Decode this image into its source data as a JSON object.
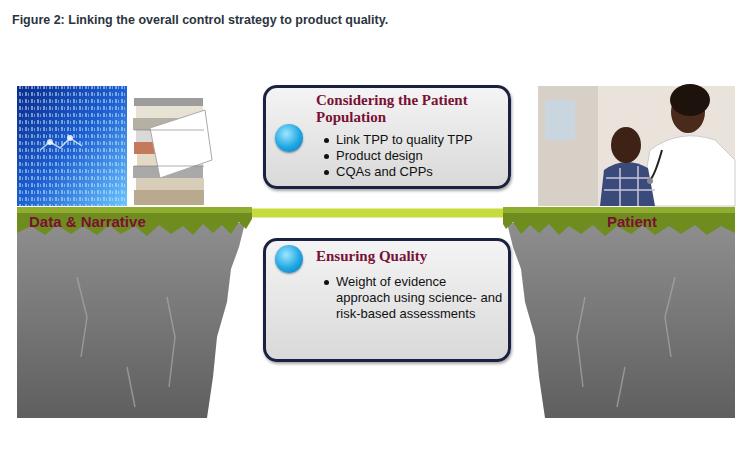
{
  "diagram": {
    "title": "Figure 2: Linking the overall control strategy to product quality.",
    "nodes": [
      {
        "text": [
          "Data & Narrative"
        ]
      },
      {
        "text": [
          "Considering the Patient Population",
          "Link TPP to quality TPP",
          "Product design",
          "CQAs and CPPs"
        ]
      },
      {
        "text": [
          "Ensuring Quality",
          "Weight of evidence approach using science- and risk-based assessments"
        ]
      },
      {
        "text": [
          "Patient"
        ]
      }
    ],
    "edges": [
      {
        "from": 0,
        "to": 3,
        "arrow": "none"
      }
    ]
  }
}
